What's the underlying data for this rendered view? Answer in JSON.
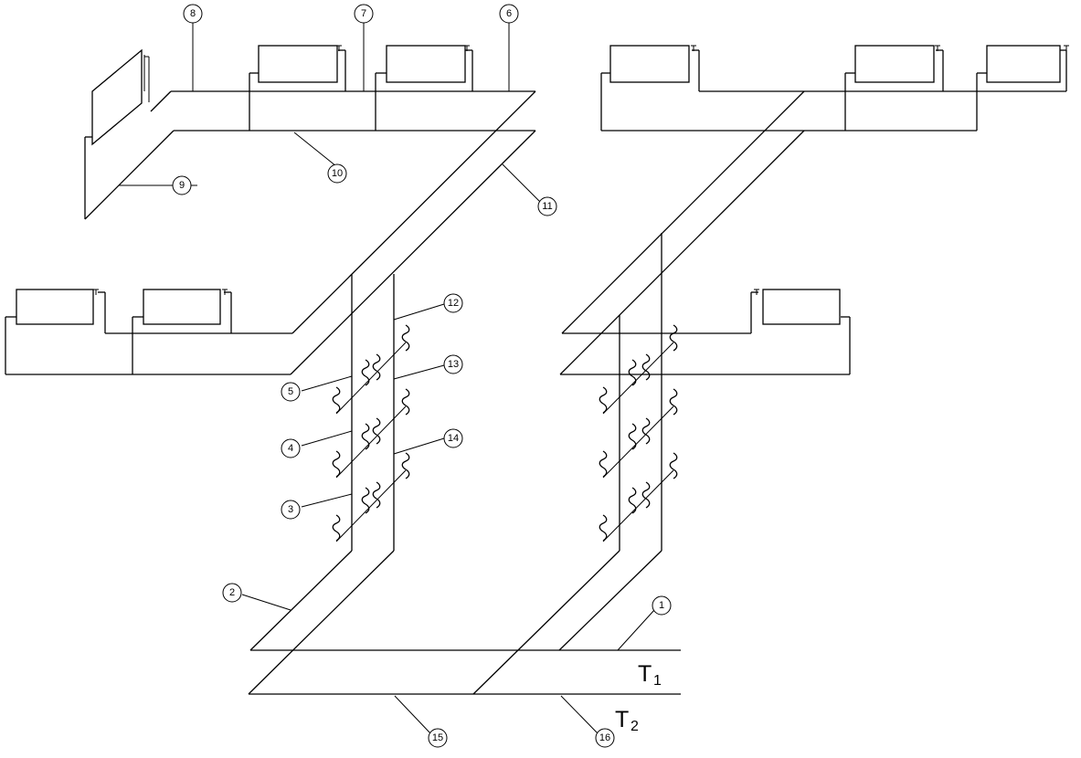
{
  "callouts": [
    "1",
    "2",
    "3",
    "4",
    "5",
    "6",
    "7",
    "8",
    "9",
    "10",
    "11",
    "12",
    "13",
    "14",
    "15",
    "16"
  ],
  "supply_label": {
    "letter": "T",
    "subscript": "1"
  },
  "return_label": {
    "letter": "T",
    "subscript": "2"
  }
}
